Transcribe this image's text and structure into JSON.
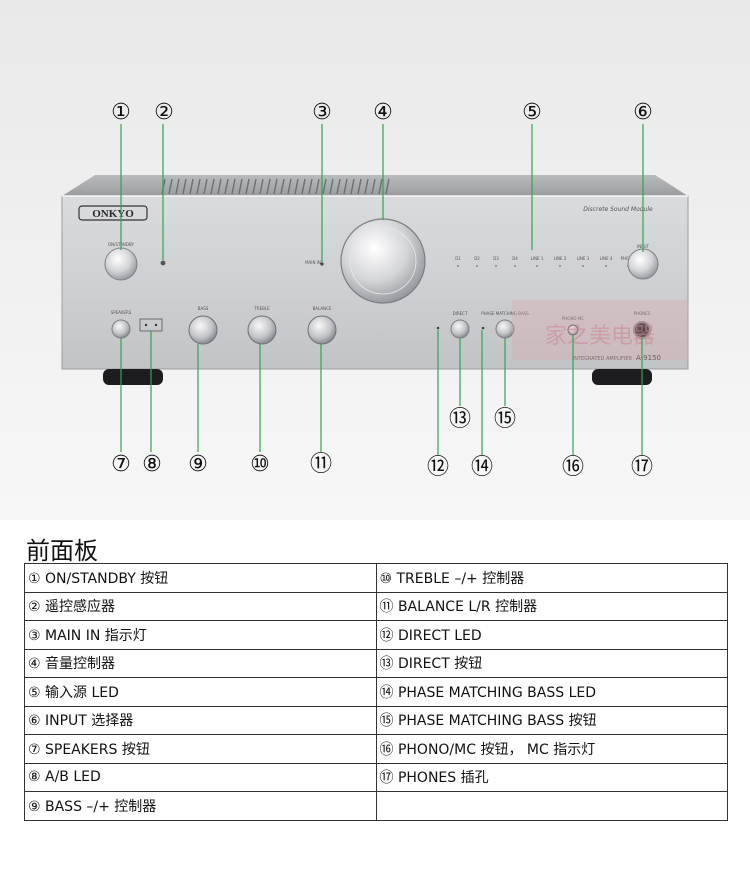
{
  "callouts": [
    "①",
    "②",
    "③",
    "④",
    "⑤",
    "⑥",
    "⑦",
    "⑧",
    "⑨",
    "⑩",
    "⑪",
    "⑫",
    "⑬",
    "⑭",
    "⑮",
    "⑯",
    "⑰"
  ],
  "panel": {
    "brand": "ONKYO",
    "model": "A-9150",
    "model_caption": "INTEGRATED AMPLIFIER",
    "badge": "Discrete Sound Module",
    "labels": {
      "standby": "ON/STANDBY",
      "main_in": "MAIN IN",
      "speakers": "SPEAKERS",
      "bass": "BASS",
      "treble": "TREBLE",
      "balance": "BALANCE",
      "direct": "DIRECT",
      "pmb": "PHASE MATCHING BASS",
      "phono_mc": "PHONO MC",
      "phones": "PHONES",
      "input": "INPUT"
    },
    "inputs": [
      "D1",
      "D2",
      "D3",
      "D4",
      "LINE 1",
      "LINE 2",
      "LINE 3",
      "LINE 4",
      "PHONO"
    ]
  },
  "watermark": "家之美电器",
  "section_title": "前面板",
  "table": {
    "rows": [
      [
        "① ON/STANDBY 按钮",
        "⑩ TREBLE –/+ 控制器"
      ],
      [
        "② 遥控感应器",
        "⑪ BALANCE L/R 控制器"
      ],
      [
        "③ MAIN IN 指示灯",
        "⑫ DIRECT LED"
      ],
      [
        "④ 音量控制器",
        "⑬ DIRECT 按钮"
      ],
      [
        "⑤ 输入源 LED",
        "⑭ PHASE MATCHING BASS LED"
      ],
      [
        "⑥ INPUT 选择器",
        "⑮ PHASE MATCHING BASS 按钮"
      ],
      [
        "⑦ SPEAKERS 按钮",
        "⑯ PHONO/MC 按钮， MC 指示灯"
      ],
      [
        "⑧ A/B LED",
        "⑰ PHONES 插孔"
      ],
      [
        "⑨ BASS –/+ 控制器",
        ""
      ]
    ]
  }
}
